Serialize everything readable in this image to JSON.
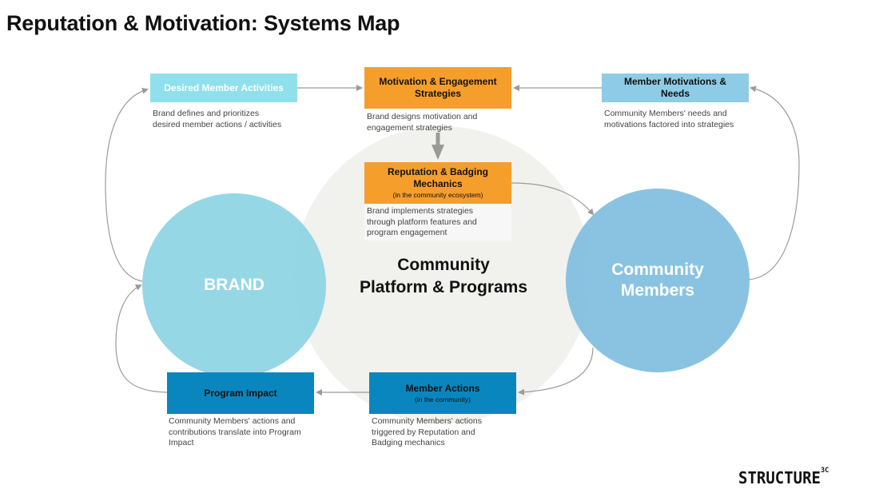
{
  "title": "Reputation & Motivation: Systems Map",
  "circles": {
    "platform": [
      "Community",
      "Platform & Programs"
    ],
    "brand": "BRAND",
    "members": [
      "Community",
      "Members"
    ]
  },
  "boxes": {
    "desired": {
      "label": "Desired Member Activities",
      "desc": [
        "Brand defines and prioritizes",
        "desired member actions / activities"
      ]
    },
    "motivation": {
      "label": [
        "Motivation & Engagement",
        "Strategies"
      ],
      "desc": [
        "Brand designs motivation and",
        "engagement strategies"
      ]
    },
    "needs": {
      "label": [
        "Member Motivations &",
        "Needs"
      ],
      "desc": [
        "Community Members' needs and",
        "motivations factored into strategies"
      ]
    },
    "reputation": {
      "label": [
        "Reputation & Badging",
        "Mechanics"
      ],
      "sub": "(in the community ecosystem)",
      "desc": [
        "Brand implements strategies",
        "through platform features and",
        "program engagement"
      ]
    },
    "actions": {
      "label": "Member Actions",
      "sub": "(in the community)",
      "desc": [
        "Community Members' actions",
        "triggered by Reputation and",
        "Badging mechanics"
      ]
    },
    "impact": {
      "label": "Program Impact",
      "desc": [
        "Community Members' actions and",
        "contributions translate into Program",
        "Impact"
      ]
    }
  },
  "colors": {
    "brand_circle": "#8bd3e3",
    "members_circle": "#7dbdde",
    "platform_circle": "#efefeb",
    "orange": "#f59e2c",
    "blue_dark": "#0a86bf",
    "cyan_light": "#8fe0ec",
    "blue_light": "#8ecbe6"
  },
  "logo": {
    "text": "STRUCTURE",
    "sup": "3C"
  }
}
